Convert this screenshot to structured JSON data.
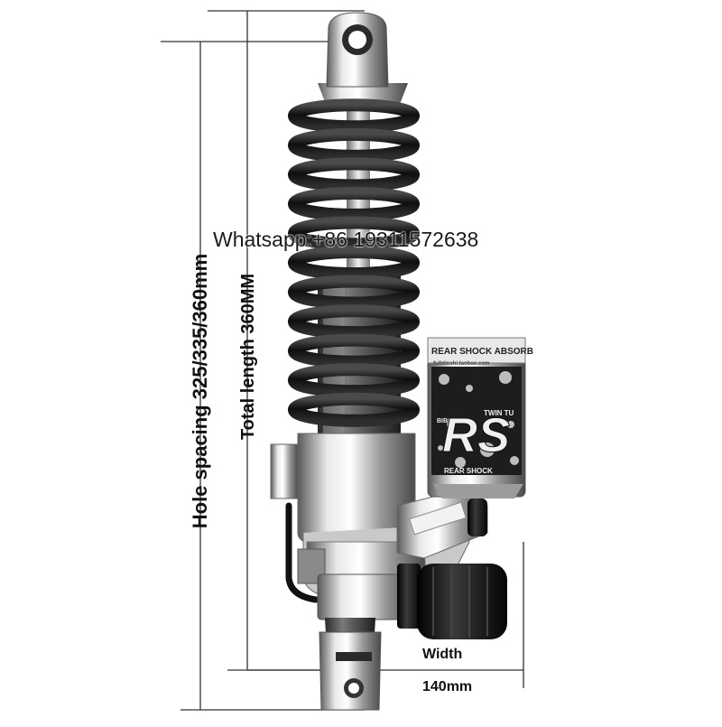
{
  "watermark": "Whatsapp:+86 19311572638",
  "dimensions": {
    "hole_spacing": "Hole spacing 325/335/360mm",
    "total_length": "Total length 360MM",
    "width_label": "Width",
    "width_value": "140mm"
  },
  "reservoir": {
    "band_text": "REAR SHOCK ABSORB",
    "url_text": "fulbtinshi.taobao.com",
    "brand_small": "BIBOSHI",
    "logo_text": "RS",
    "twin_text": "TWIN TU",
    "rear_shock_text": "REAR SHOCK"
  },
  "colors": {
    "spring": "#141414",
    "metal_light": "#e6e6e6",
    "metal_dark": "#6e6e6e",
    "knob": "#111111",
    "line": "#222222"
  }
}
